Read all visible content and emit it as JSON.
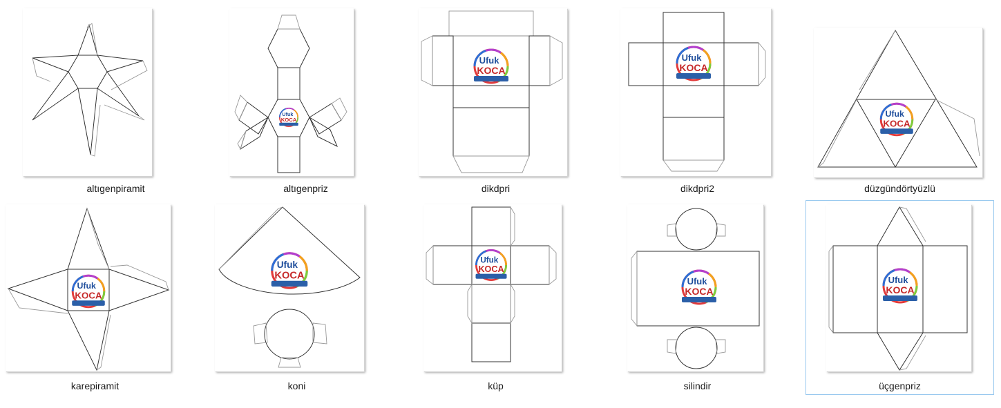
{
  "files": [
    {
      "name": "altıgenpiramit",
      "icon": "hexagonal-pyramid-net-thumbnail"
    },
    {
      "name": "altıgenpriz",
      "icon": "hexagonal-prism-net-thumbnail"
    },
    {
      "name": "dikdpri",
      "icon": "rectangular-prism-net-thumbnail"
    },
    {
      "name": "dikdpri2",
      "icon": "rectangular-prism-net-thumbnail"
    },
    {
      "name": "düzgündörtyüzlü",
      "icon": "tetrahedron-net-thumbnail"
    },
    {
      "name": "karepiramit",
      "icon": "square-pyramid-net-thumbnail"
    },
    {
      "name": "koni",
      "icon": "cone-net-thumbnail"
    },
    {
      "name": "küp",
      "icon": "cube-net-thumbnail"
    },
    {
      "name": "silindir",
      "icon": "cylinder-net-thumbnail"
    },
    {
      "name": "üçgenpriz",
      "icon": "triangular-prism-net-thumbnail",
      "selected": true
    }
  ],
  "logo": {
    "line1": "Ufuk",
    "line2": "KOCA"
  }
}
